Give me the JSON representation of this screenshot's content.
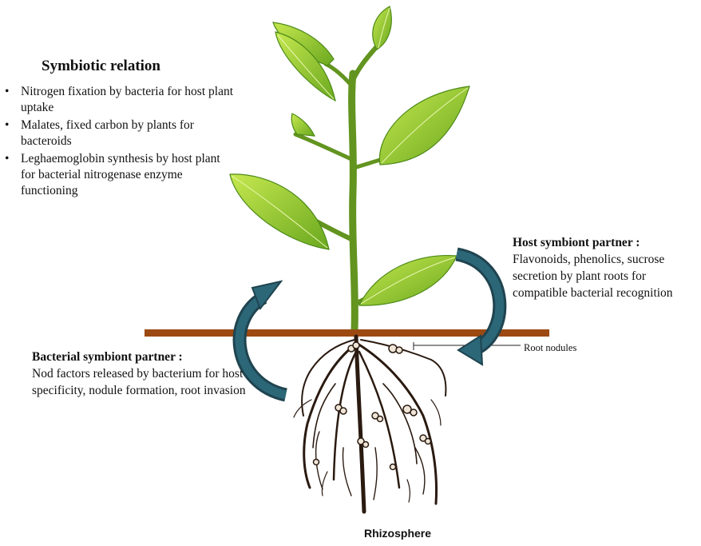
{
  "symbiotic": {
    "title": "Symbiotic relation",
    "bullets": [
      "Nitrogen fixation by bacteria for host plant uptake",
      "Malates, fixed carbon by plants for bacteroids",
      "Leghaemoglobin synthesis by host plant for bacterial nitrogenase enzyme functioning"
    ]
  },
  "host": {
    "heading": "Host symbiont partner :",
    "text": "Flavonoids, phenolics, sucrose secretion by plant roots for compatible bacterial recognition"
  },
  "bacterial": {
    "heading": "Bacterial symbiont partner :",
    "text": "Nod factors released by bacterium for host specificity, nodule formation, root invasion"
  },
  "labels": {
    "root_nodules": "Root nodules",
    "rhizosphere": "Rhizosphere"
  },
  "colors": {
    "soil_line": "#9c4a12",
    "arrow": "#22505f",
    "leaf_light": "#b4df3e",
    "leaf_dark": "#5d9b1c",
    "stem": "#62941f",
    "roots": "#2a1a10"
  }
}
